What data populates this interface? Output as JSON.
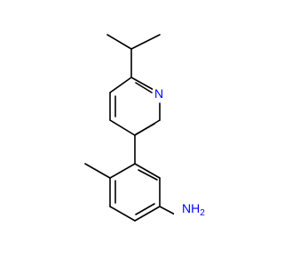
{
  "colors": {
    "bond": "#000000",
    "nitrogen": "#0000ff"
  },
  "atoms": {
    "ring_n": {
      "label": "N"
    },
    "amine": {
      "label": "NH",
      "subscript": "2"
    }
  }
}
